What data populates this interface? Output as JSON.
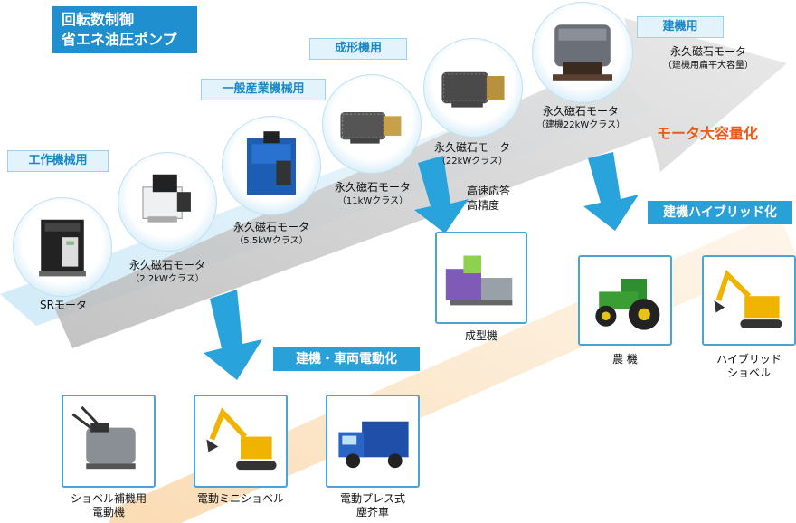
{
  "title": {
    "line1": "回転数制御",
    "line2": "省エネ油圧ポンプ"
  },
  "categories": {
    "machine_tools": "工作機械用",
    "general_industry": "一般産業機械用",
    "molding": "成形機用",
    "construction": "建機用"
  },
  "motors": {
    "sr": {
      "name": "SRモータ"
    },
    "pm_2_2": {
      "name": "永久磁石モータ",
      "spec": "（2.2kWクラス）"
    },
    "pm_5_5": {
      "name": "永久磁石モータ",
      "spec": "（5.5kWクラス）"
    },
    "pm_11": {
      "name": "永久磁石モータ",
      "spec": "（11kWクラス）"
    },
    "pm_22": {
      "name": "永久磁石モータ",
      "spec": "（22kWクラス）"
    },
    "pm_22_con": {
      "name": "永久磁石モータ",
      "spec": "（建機22kWクラス）"
    },
    "pm_flat": {
      "name": "永久磁石モータ",
      "spec": "（建機用扁平大容量）"
    }
  },
  "trend_labels": {
    "large_capacity": "モータ大容量化",
    "high_response_1": "高速応答",
    "high_response_2": "高精度",
    "hybrid": "建機ハイブリッド化",
    "electrification": "建機・車両電動化"
  },
  "applications": {
    "molding_machine": "成型機",
    "tractor": "農 機",
    "hybrid_shovel_1": "ハイブリッド",
    "hybrid_shovel_2": "ショベル",
    "aux_motor_1": "ショベル補機用",
    "aux_motor_2": "電動機",
    "mini_shovel": "電動ミニショベル",
    "garbage_truck_1": "電動プレス式",
    "garbage_truck_2": "塵芥車"
  },
  "colors": {
    "accent_blue": "#1f8fcf",
    "arrow_gray": "#c8c8c8",
    "arrow_blue": "#2aa0d8",
    "orange": "#ec5a16",
    "peach_band": "#fbe3c2"
  }
}
